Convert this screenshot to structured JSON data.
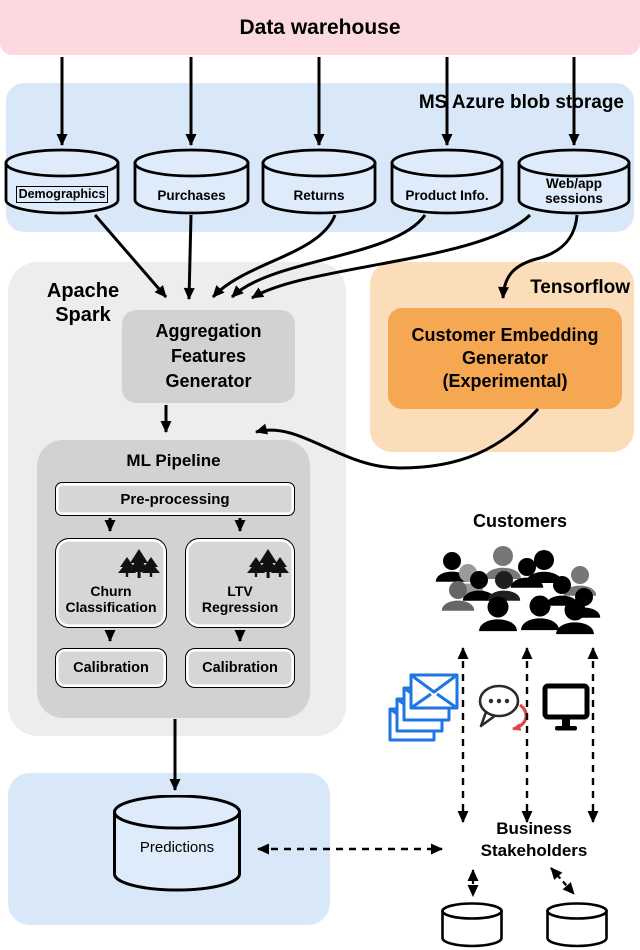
{
  "title": "Data warehouse",
  "azure": {
    "label": "MS Azure blob storage",
    "sources": [
      "Demographics",
      "Purchases",
      "Returns",
      "Product Info.",
      "Web/app sessions"
    ]
  },
  "spark": {
    "label": "Apache\nSpark",
    "aggregation": "Aggregation\nFeatures\nGenerator"
  },
  "pipeline": {
    "title": "ML Pipeline",
    "preprocessing": "Pre-processing",
    "churn": "Churn\nClassification",
    "ltv": "LTV\nRegression",
    "calibration_left": "Calibration",
    "calibration_right": "Calibration"
  },
  "tensorflow": {
    "label": "Tensorflow",
    "embedding": "Customer Embedding\nGenerator\n(Experimental)"
  },
  "customers": {
    "label": "Customers"
  },
  "stakeholders": {
    "label": "Business\nStakeholders"
  },
  "predictions": {
    "label": "Predictions"
  },
  "icons": {
    "mail": "mail-stack-icon",
    "chat": "chat-bubbles-icon",
    "monitor": "monitor-icon",
    "forest": "random-forest-trees-icon",
    "crowd": "customers-crowd-icon"
  },
  "colors": {
    "warehouse_pink": "#fbd9de",
    "azure_blue": "#d8e8f8",
    "cylinder_blue": "#ddebfa",
    "spark_gray": "#ededed",
    "box_gray": "#d2d2d2",
    "tensorflow_light": "#fbddb9",
    "tensorflow_orange": "#f6a751",
    "mail_blue": "#1d76e2",
    "chat_red": "#e2453f",
    "line_black": "#000000"
  }
}
